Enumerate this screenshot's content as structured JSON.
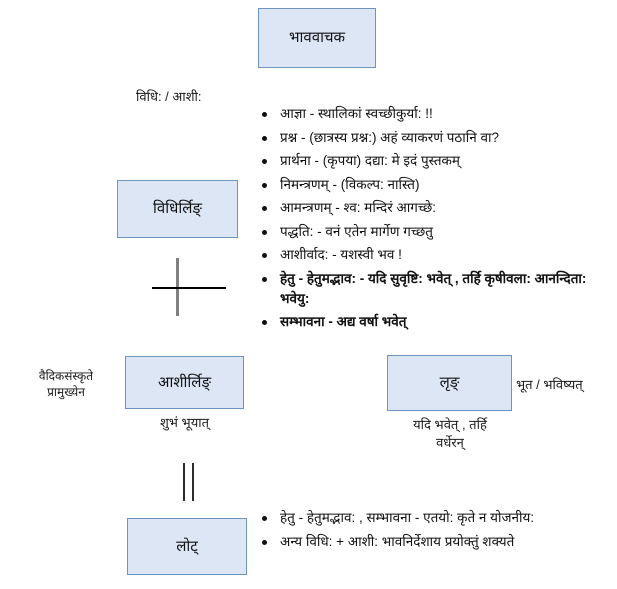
{
  "diagram": {
    "title_node": {
      "label": "भाववाचक"
    },
    "nodes": [
      {
        "id": "vidhiling",
        "label": "विधिर्लिङ्"
      },
      {
        "id": "ashirling",
        "label": "आशीर्लिङ्"
      },
      {
        "id": "lrng",
        "label": "लृङ्"
      },
      {
        "id": "lot",
        "label": "लोट्"
      }
    ],
    "labels": {
      "vidhi_ashi": "विधि: / आशी:",
      "vaidika": "वैदिकसंस्कृते\nप्रामुख्येन",
      "shubham": "शुभं भूयात्",
      "bhoot_bhavishyat": "भूत / भविष्यत्",
      "yadi_bhavet": "यदि भवेत् , तर्हि\nवर्धेरन्"
    },
    "connectors": {
      "plus": "+",
      "double_bar": "||"
    },
    "top_list": [
      {
        "text": "आज्ञा - स्थालिकां स्वच्छीकुर्या: !!",
        "bold": false
      },
      {
        "text": "प्रश्न - (छात्रस्य प्रश्न:) अहं व्याकरणं पठानि वा?",
        "bold": false
      },
      {
        "text": "प्रार्थना - (कृपया) दद्या: मे इदं पुस्तकम्",
        "bold": false
      },
      {
        "text": "निमन्त्रणम् - (विकल्प: नास्ति)",
        "bold": false
      },
      {
        "text": "आमन्त्रणम् - श्व: मन्दिरं आगच्छे:",
        "bold": false
      },
      {
        "text": "पद्धति: - वनं एतेन मार्गेण गच्छतु",
        "bold": false
      },
      {
        "text": "आशीर्वाद: - यशस्वी भव !",
        "bold": false
      },
      {
        "text": "हेतु - हेतुमद्भाव: - यदि सुवृष्टि:  भवेत् , तर्हि कृषीवला: आनन्दिता: भवेयु:",
        "bold": true
      },
      {
        "text": "सम्भावना - अद्य वर्षा भवेत्",
        "bold": true
      }
    ],
    "bottom_list": [
      {
        "text": "हेतु - हेतुमद्भाव: , सम्भावना - एतयो: कृते न योजनीय:",
        "bold": false
      },
      {
        "text": "अन्य विधि: + आशी:  भावनिर्देशाय प्रयोक्तुं शक्यते",
        "bold": false
      }
    ],
    "colors": {
      "node_fill": "#dce6f5",
      "node_border": "#6e93c0",
      "text": "#111111",
      "connector_gray": "#808080",
      "connector_black": "#000000"
    }
  }
}
